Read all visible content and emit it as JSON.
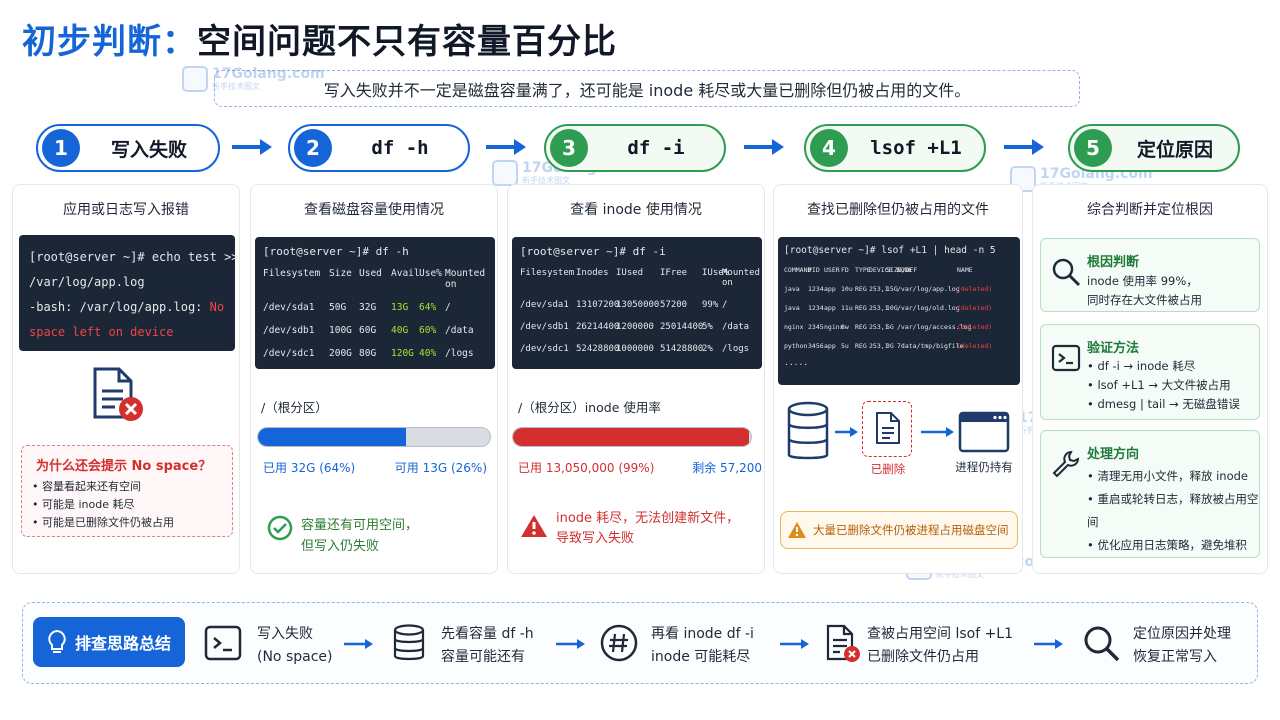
{
  "title": {
    "part1": "初步判断：",
    "part2": "空间问题不只有容量百分比"
  },
  "subtitle": "写入失败并不一定是磁盘容量满了，还可能是 inode 耗尽或大量已删除但仍被占用的文件。",
  "watermark": {
    "text": "17Golang.com",
    "sub": "新手技术图文"
  },
  "steps": [
    {
      "num": "1",
      "label": "写入失败"
    },
    {
      "num": "2",
      "label": "df -h"
    },
    {
      "num": "3",
      "label": "df -i"
    },
    {
      "num": "4",
      "label": "lsof +L1"
    },
    {
      "num": "5",
      "label": "定位原因"
    }
  ],
  "card1": {
    "title": "应用或日志写入报错",
    "term": [
      "[root@server ~]# echo test >>",
      "/var/log/app.log",
      "-bash: /var/log/app.log: ",
      "No",
      "space left on device"
    ],
    "box_title": "为什么还会提示 No space？",
    "box_items": [
      "容量看起来还有空间",
      "可能是 inode 耗尽",
      "可能是已删除文件仍被占用"
    ]
  },
  "card2": {
    "title": "查看磁盘容量使用情况",
    "prompt": "[root@server ~]# df -h",
    "headers": [
      "Filesystem",
      "Size",
      "Used",
      "Avail",
      "Use%",
      "Mounted on"
    ],
    "rows": [
      [
        "/dev/sda1",
        "50G",
        "32G",
        "13G",
        "64%",
        "/"
      ],
      [
        "/dev/sdb1",
        "100G",
        "60G",
        "40G",
        "60%",
        "/data"
      ],
      [
        "/dev/sdc1",
        "200G",
        "80G",
        "120G",
        "40%",
        "/logs"
      ]
    ],
    "partition_label": "/（根分区）",
    "bar_fraction": 0.64,
    "used_label": "已用 32G (64%)",
    "avail_label": "可用 13G (26%)",
    "note_line1": "容量还有可用空间，",
    "note_line2": "但写入仍失败"
  },
  "card3": {
    "title": "查看 inode 使用情况",
    "prompt": "[root@server ~]# df -i",
    "headers": [
      "Filesystem",
      "Inodes",
      "IUsed",
      "IFree",
      "IUse%",
      "Mounted on"
    ],
    "rows": [
      [
        "/dev/sda1",
        "13107200",
        "13050000",
        "57200",
        "99%",
        "/"
      ],
      [
        "/dev/sdb1",
        "26214400",
        "1200000",
        "25014400",
        "5%",
        "/data"
      ],
      [
        "/dev/sdc1",
        "52428800",
        "1000000",
        "51428800",
        "2%",
        "/logs"
      ]
    ],
    "partition_label": "/（根分区）inode 使用率",
    "bar_fraction": 0.99,
    "used_label": "已用 13,050,000 (99%)",
    "free_label": "剩余 57,200",
    "note_line1": "inode 耗尽，无法创建新文件，",
    "note_line2": "导致写入失败"
  },
  "card4": {
    "title": "查找已删除但仍被占用的文件",
    "prompt": "[root@server ~]# lsof +L1 | head -n 5",
    "headers": [
      "COMMAND",
      "PID",
      "USER",
      "FD",
      "TYPE",
      "DEVICE",
      "SIZE/OFF",
      "NODE",
      "NAME"
    ],
    "rows": [
      [
        "java",
        "1234",
        "app",
        "10u",
        "REG",
        "253,1",
        "15G",
        "/var/log/app.log",
        "(deleted)"
      ],
      [
        "java",
        "1234",
        "app",
        "11u",
        "REG",
        "253,1",
        "10G",
        "/var/log/old.log",
        "(deleted)"
      ],
      [
        "nginx",
        "2345",
        "nginx",
        "8w",
        "REG",
        "253,1",
        "5G",
        "/var/log/access.log",
        "(deleted)"
      ],
      [
        "python",
        "3456",
        "app",
        "5u",
        "REG",
        "253,1",
        "3G",
        "7data/tmp/bigfile",
        "(deleted)"
      ]
    ],
    "ellipsis": ".....",
    "deleted_label": "已删除",
    "process_label": "进程仍持有",
    "warn": "大量已删除文件仍被进程占用磁盘空间"
  },
  "card5": {
    "title": "综合判断并定位根因",
    "sections": [
      {
        "head": "根因判断",
        "lines": [
          "inode 使用率 99%，",
          "同时存在大文件被占用"
        ]
      },
      {
        "head": "验证方法",
        "lines": [
          "• df -i → inode 耗尽",
          "• lsof +L1 → 大文件被占用",
          "• dmesg | tail → 无磁盘错误"
        ]
      },
      {
        "head": "处理方向",
        "lines": [
          "• 清理无用小文件，释放 inode",
          "• 重启或轮转日志，释放被占用空间",
          "• 优化应用日志策略，避免堆积"
        ]
      }
    ]
  },
  "summary": {
    "button": "排查思路总结",
    "items": [
      {
        "l1": "写入失败",
        "l2": "(No space)"
      },
      {
        "l1": "先看容量 df -h",
        "l2": "容量可能还有"
      },
      {
        "l1": "再看 inode df -i",
        "l2": "inode 可能耗尽"
      },
      {
        "l1": "查被占用空间 lsof +L1",
        "l2": "已删除文件仍占用"
      },
      {
        "l1": "定位原因并处理",
        "l2": "恢复正常写入"
      }
    ]
  },
  "colors": {
    "accent": "#1565d8",
    "green": "#2e9d52",
    "red": "#d32f2f",
    "orange": "#e08a1e"
  }
}
